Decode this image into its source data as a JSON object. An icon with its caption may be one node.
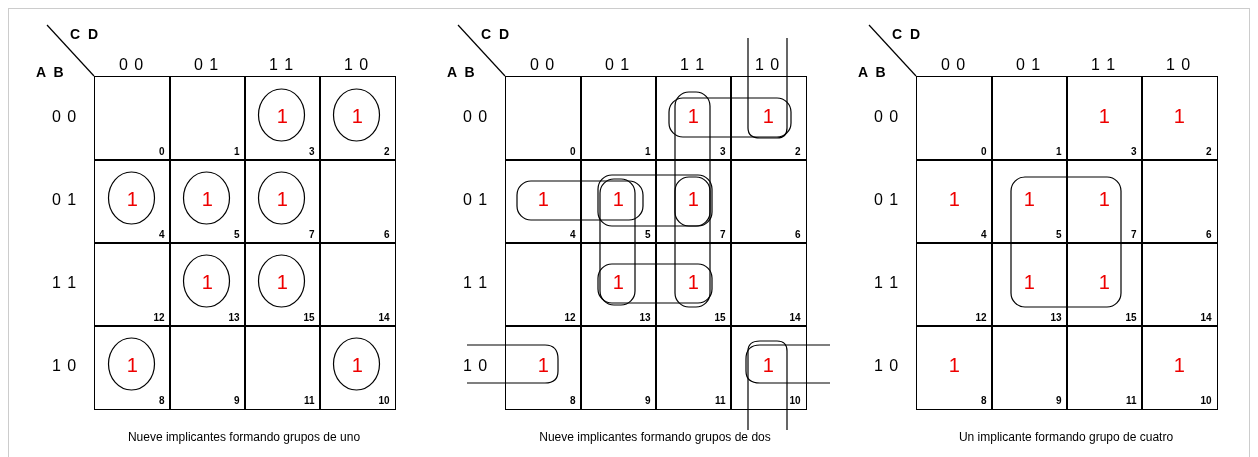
{
  "diagram": {
    "nodes": [
      {
        "text": [
          "0"
        ]
      },
      {
        "text": [
          "1"
        ]
      },
      {
        "text": [
          "1",
          "3"
        ]
      },
      {
        "text": [
          "1",
          "2"
        ]
      },
      {
        "text": [
          "1",
          "4"
        ]
      },
      {
        "text": [
          "1",
          "5"
        ]
      },
      {
        "text": [
          "1",
          "7"
        ]
      },
      {
        "text": [
          "6"
        ]
      },
      {
        "text": [
          "12"
        ]
      },
      {
        "text": [
          "1",
          "13"
        ]
      },
      {
        "text": [
          "1",
          "15"
        ]
      },
      {
        "text": [
          "14"
        ]
      },
      {
        "text": [
          "1",
          "8"
        ]
      },
      {
        "text": [
          "9"
        ]
      },
      {
        "text": [
          "11"
        ]
      },
      {
        "text": [
          "1",
          "10"
        ]
      },
      {
        "text": [
          "0"
        ]
      },
      {
        "text": [
          "1"
        ]
      },
      {
        "text": [
          "1",
          "3"
        ]
      },
      {
        "text": [
          "1",
          "2"
        ]
      },
      {
        "text": [
          "1",
          "4"
        ]
      },
      {
        "text": [
          "1",
          "5"
        ]
      },
      {
        "text": [
          "1",
          "7"
        ]
      },
      {
        "text": [
          "6"
        ]
      },
      {
        "text": [
          "12"
        ]
      },
      {
        "text": [
          "1",
          "13"
        ]
      },
      {
        "text": [
          "1",
          "15"
        ]
      },
      {
        "text": [
          "14"
        ]
      },
      {
        "text": [
          "1",
          "8"
        ]
      },
      {
        "text": [
          "9"
        ]
      },
      {
        "text": [
          "11"
        ]
      },
      {
        "text": [
          "1",
          "10"
        ]
      },
      {
        "text": [
          "0"
        ]
      },
      {
        "text": [
          "1"
        ]
      },
      {
        "text": [
          "1",
          "3"
        ]
      },
      {
        "text": [
          "1",
          "2"
        ]
      },
      {
        "text": [
          "1",
          "4"
        ]
      },
      {
        "text": [
          "1",
          "5"
        ]
      },
      {
        "text": [
          "1",
          "7"
        ]
      },
      {
        "text": [
          "6"
        ]
      },
      {
        "text": [
          "12"
        ]
      },
      {
        "text": [
          "1",
          "13"
        ]
      },
      {
        "text": [
          "1",
          "15"
        ]
      },
      {
        "text": [
          "14"
        ]
      },
      {
        "text": [
          "1",
          "8"
        ]
      },
      {
        "text": [
          "9"
        ]
      },
      {
        "text": [
          "11"
        ]
      },
      {
        "text": [
          "1",
          "10"
        ]
      }
    ],
    "labels": [
      "C D",
      "A B",
      "0 0",
      "0 1",
      "1 1",
      "1 0",
      "0 0",
      "0 1",
      "1 1",
      "1 0",
      "Nueve implicantes formando grupos de uno",
      "C D",
      "A B",
      "0 0",
      "0 1",
      "1 1",
      "1 0",
      "0 0",
      "0 1",
      "1 1",
      "1 0",
      "Nueve implicantes formando grupos de dos",
      "C D",
      "A B",
      "0 0",
      "0 1",
      "1 1",
      "1 0",
      "0 0",
      "0 1",
      "1 1",
      "1 0",
      "Un implicante formando grupo de cuatro"
    ]
  }
}
